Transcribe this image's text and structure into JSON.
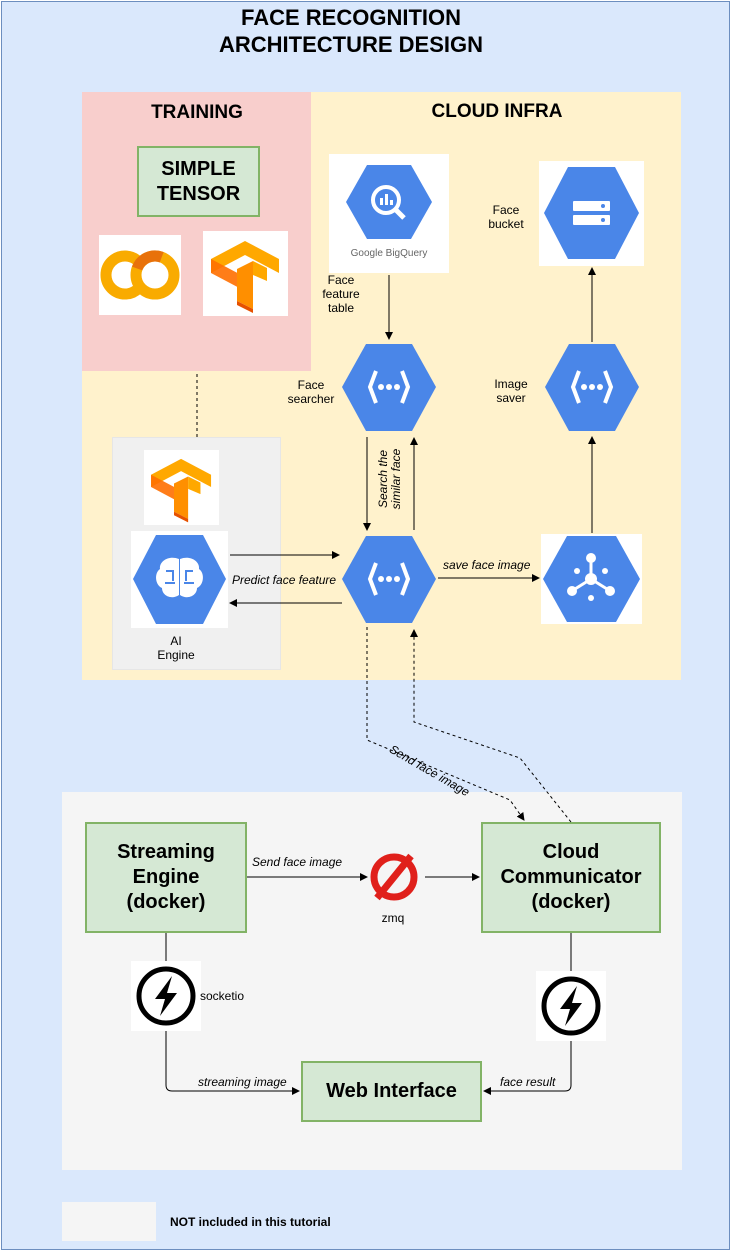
{
  "title": {
    "line1": "FACE RECOGNITION",
    "line2": "ARCHITECTURE DESIGN"
  },
  "training": {
    "title": "TRAINING",
    "simple_tensor_line1": "SIMPLE",
    "simple_tensor_line2": "TENSOR"
  },
  "cloud": {
    "title": "CLOUD INFRA"
  },
  "labels": {
    "face_feature_table": [
      "Face",
      "feature",
      "table"
    ],
    "face_bucket": [
      "Face",
      "bucket"
    ],
    "face_searcher": [
      "Face",
      "searcher"
    ],
    "image_saver": [
      "Image",
      "saver"
    ],
    "ai_engine": [
      "AI",
      "Engine"
    ],
    "bigquery_logo": "Google BigQuery"
  },
  "edges": {
    "search_similar_face": [
      "Search the",
      "similar face"
    ],
    "predict_face_feature": "Predict face feature",
    "save_face_image": "save face image",
    "send_face_image_cloud": "Send face image",
    "send_face_image_zmq": "Send face image",
    "zmq": "zmq",
    "socketio": "socketio",
    "streaming_image": "streaming image",
    "face_result": "face result"
  },
  "boxes": {
    "streaming_engine": [
      "Streaming",
      "Engine",
      "(docker)"
    ],
    "cloud_communicator": [
      "Cloud",
      "Communicator",
      "(docker)"
    ],
    "web_interface": "Web Interface"
  },
  "legend": {
    "text": "NOT included in this tutorial"
  },
  "colors": {
    "gcp_blue": "#4a86e8",
    "training_bg": "#f8cecc",
    "cloud_bg": "#fff2cc",
    "outer_bg": "#dae8fc",
    "green_fill": "#d5e8d4",
    "green_border": "#82b366",
    "zmq_red": "#e0201b",
    "tensorflow_orange": "#f7a21b"
  }
}
